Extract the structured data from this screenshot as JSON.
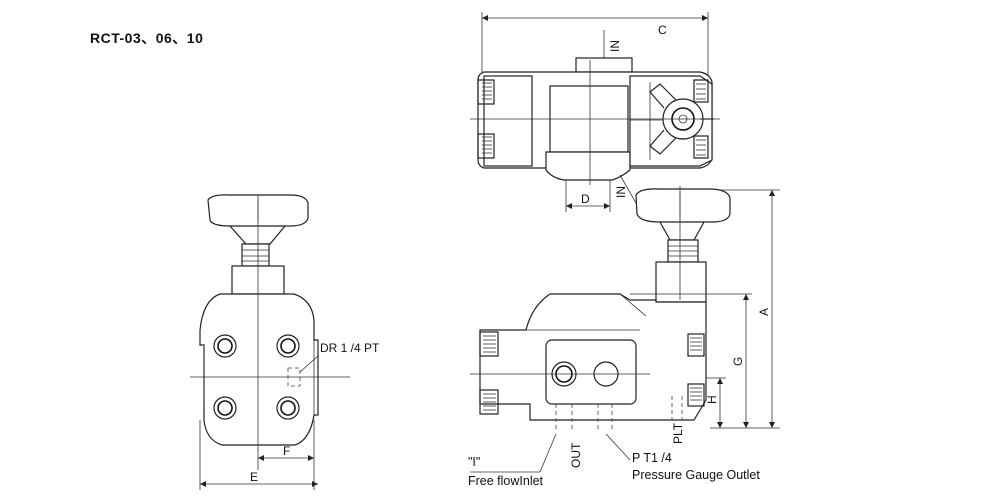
{
  "title": "RCT-03、06、10",
  "dimensions": {
    "a": "A",
    "c": "C",
    "d": "D",
    "e": "E",
    "f": "F",
    "g": "G",
    "h": "H"
  },
  "ports": {
    "in_top": "IN",
    "in_bottom": "IN",
    "out": "OUT",
    "plt": "PLT",
    "dr": "DR 1 /4 PT",
    "pt": "P T1 /4",
    "i_mark": "\"I\""
  },
  "notes": {
    "free_flow_inlet": "Free flowInlet",
    "pressure_gauge_outlet": "Pressure Gauge Outlet"
  }
}
